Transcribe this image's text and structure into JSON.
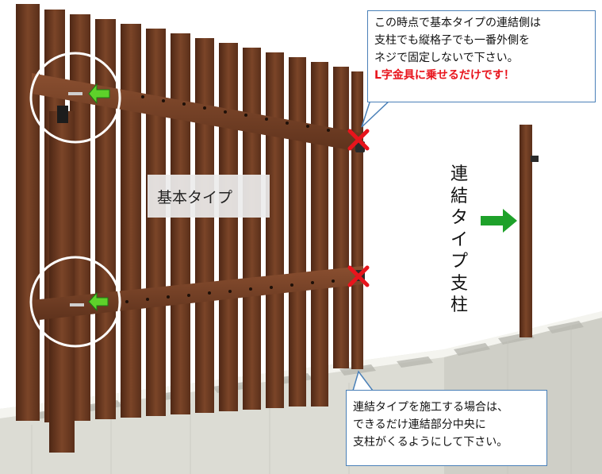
{
  "callout_top": {
    "lines": [
      "この時点で基本タイプの連結側は",
      "支柱でも縦格子でも一番外側を",
      "ネジで固定しないで下さい。"
    ],
    "warning": "L字金具に乗せるだけです！"
  },
  "callout_bottom": {
    "lines": [
      "連結タイプを施工する場合は、",
      "できるだけ連結部分中央に",
      "支柱がくるようにして下さい。"
    ]
  },
  "label_basic": "基本タイプ",
  "label_vertical": [
    "連",
    "結",
    "タ",
    "イ",
    "プ",
    "支",
    "柱"
  ],
  "colors": {
    "wood_dark": "#5a2f1a",
    "wood_mid": "#7a4428",
    "wood_light": "#94583a",
    "block": "#e6e6df",
    "arrow_green": "#1ea12a",
    "cross_red": "#e8141c",
    "callout_border": "#4a80b8"
  },
  "icons": [
    "green-arrow-icon",
    "red-cross-icon",
    "l-bracket-icon",
    "screw-icon"
  ]
}
